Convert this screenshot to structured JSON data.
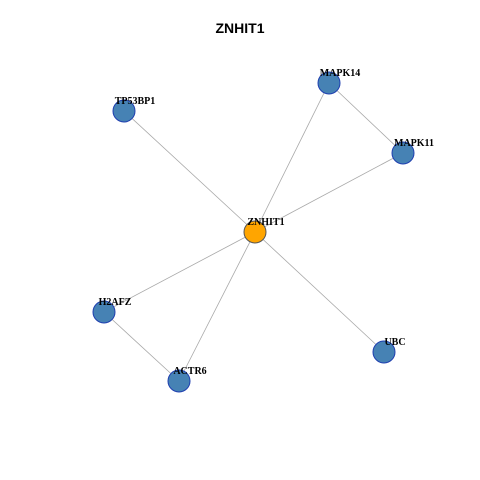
{
  "title": "ZNHIT1",
  "colors": {
    "node_fill": "#4682b4",
    "node_stroke": "#1f3fb0",
    "center_fill": "#ffa500",
    "center_stroke": "#555555",
    "edge": "#a8a8a8"
  },
  "nodes": [
    {
      "id": "ZNHIT1",
      "label": "ZNHIT1",
      "center": true
    },
    {
      "id": "TP53BP1",
      "label": "TP53BP1"
    },
    {
      "id": "MAPK14",
      "label": "MAPK14"
    },
    {
      "id": "MAPK11",
      "label": "MAPK11"
    },
    {
      "id": "H2AFZ",
      "label": "H2AFZ"
    },
    {
      "id": "ACTR6",
      "label": "ACTR6"
    },
    {
      "id": "UBC",
      "label": "UBC"
    }
  ],
  "edges": [
    {
      "source": "ZNHIT1",
      "target": "TP53BP1"
    },
    {
      "source": "ZNHIT1",
      "target": "MAPK14"
    },
    {
      "source": "ZNHIT1",
      "target": "MAPK11"
    },
    {
      "source": "ZNHIT1",
      "target": "H2AFZ"
    },
    {
      "source": "ZNHIT1",
      "target": "ACTR6"
    },
    {
      "source": "ZNHIT1",
      "target": "UBC"
    },
    {
      "source": "MAPK14",
      "target": "MAPK11"
    },
    {
      "source": "H2AFZ",
      "target": "ACTR6"
    }
  ]
}
